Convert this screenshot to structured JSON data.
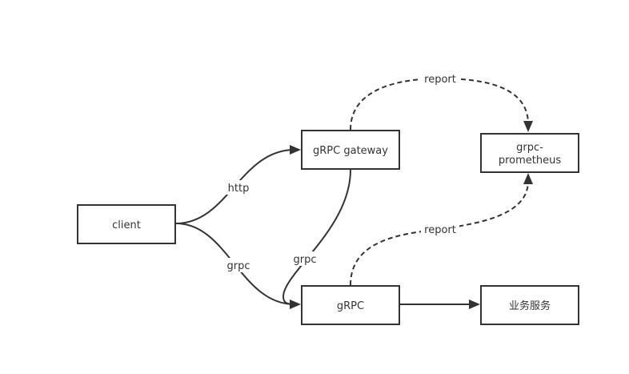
{
  "nodes": {
    "client": "client",
    "gateway": "gRPC gateway",
    "prometheus_line1": "grpc-",
    "prometheus_line2": "prometheus",
    "grpc": "gRPC",
    "business": "业务服务"
  },
  "edges": {
    "client_to_gateway": "http",
    "client_to_grpc": "grpc",
    "gateway_to_grpc": "grpc",
    "gateway_to_prometheus": "report",
    "grpc_to_prometheus": "report"
  },
  "colors": {
    "stroke": "#333333",
    "background": "#ffffff"
  }
}
